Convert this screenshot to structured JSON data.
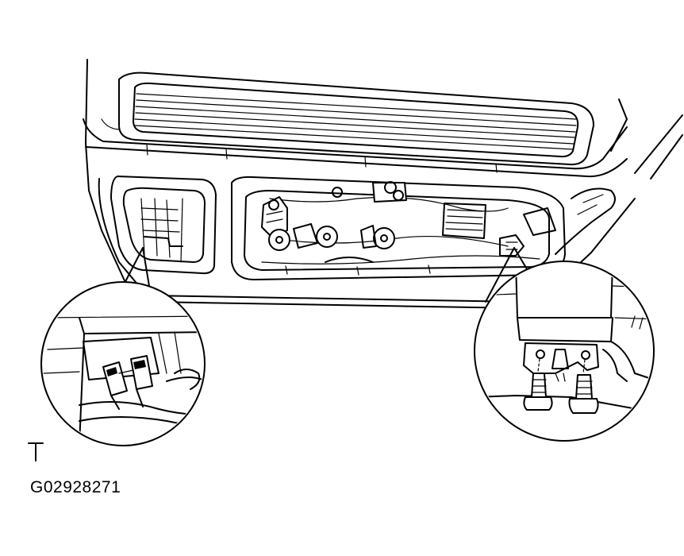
{
  "figure": {
    "code": "G02928271",
    "ink_color": "#000000",
    "background_color": "#ffffff"
  },
  "symbols": {
    "tee_mark": "tee-symbol-icon"
  },
  "callouts": [
    {
      "name": "connector-callout",
      "depicts": "electrical-connector-icon"
    },
    {
      "name": "bolt-callout",
      "depicts": "bolt-icon"
    }
  ]
}
